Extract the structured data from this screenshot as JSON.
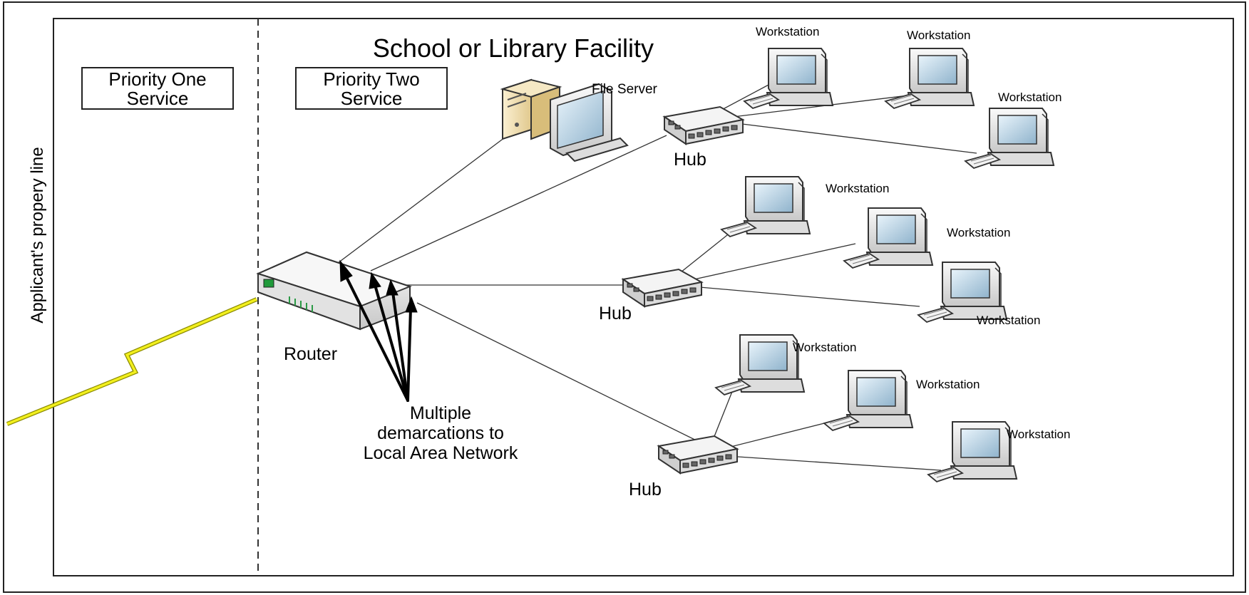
{
  "diagram": {
    "title": "School or Library Facility",
    "property_line_label": "Applicant's propery line",
    "zones": {
      "priority_one": [
        "Priority One",
        "Service"
      ],
      "priority_two": [
        "Priority Two",
        "Service"
      ]
    },
    "router_label": "Router",
    "file_server_label": "File Server",
    "hub_label": "Hub",
    "workstation_label": "Workstation",
    "demarcation_note": [
      "Multiple",
      "demarcations to",
      "Local Area Network"
    ],
    "colors": {
      "border": "#222222",
      "link_line": "#333333",
      "wan_bolt": "#f2ef1e",
      "arrow": "#000000",
      "device_fill": "#e6e6e6",
      "server_fill": "#f1e1b8"
    }
  }
}
